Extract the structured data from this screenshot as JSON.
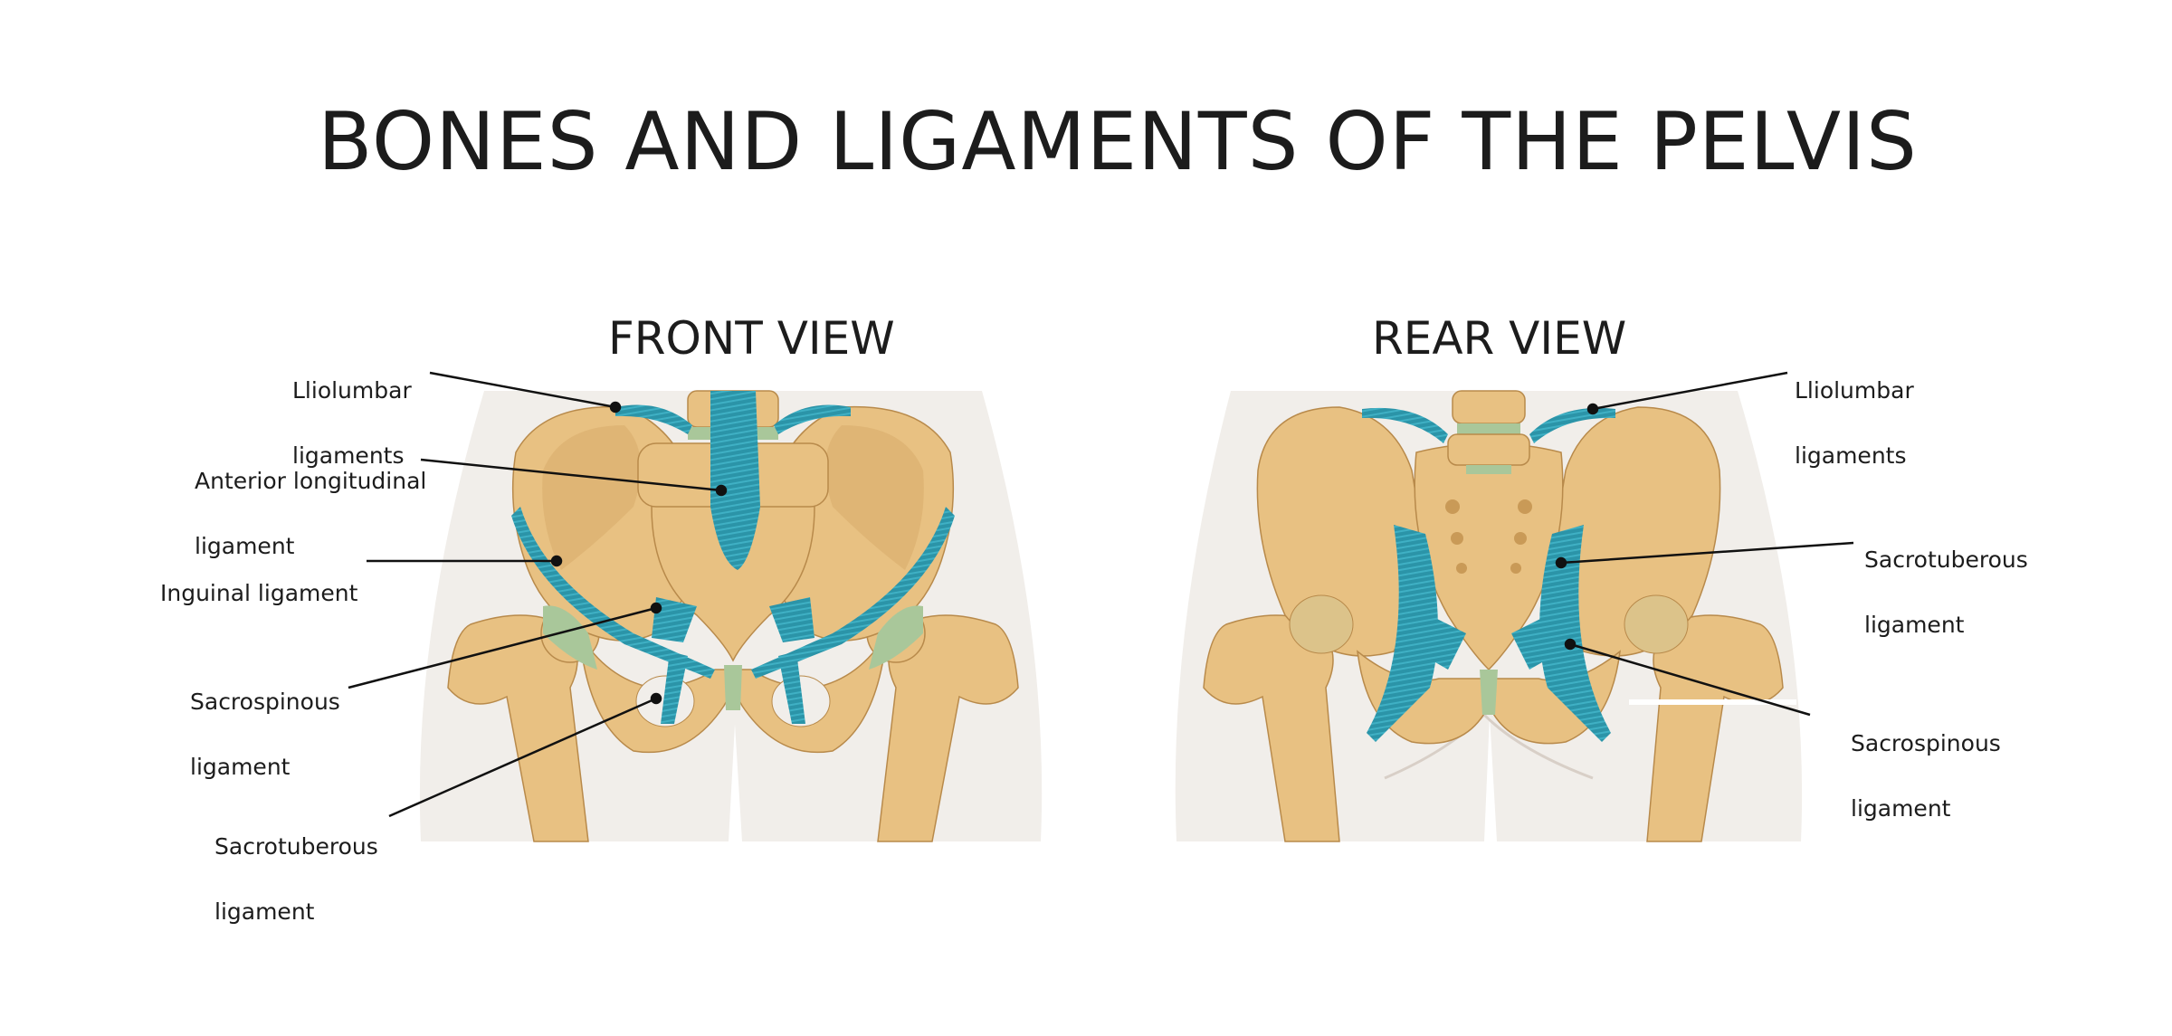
{
  "title": "BONES AND LIGAMENTS OF THE PELVIS",
  "front_view": {
    "heading": "FRONT VIEW",
    "labels": {
      "iliolumbar": [
        "Lliolumbar",
        "ligaments"
      ],
      "anterior_longitudinal": [
        "Anterior longitudinal",
        "ligament"
      ],
      "inguinal": [
        "Inguinal ligament"
      ],
      "sacrospinous": [
        "Sacrospinous",
        "ligament"
      ],
      "sacrotuberous": [
        "Sacrotuberous",
        "ligament"
      ]
    }
  },
  "rear_view": {
    "heading": "REAR VIEW",
    "labels": {
      "iliolumbar": [
        "Lliolumbar",
        "ligaments"
      ],
      "sacrotuberous": [
        "Sacrotuberous",
        "ligament"
      ],
      "sacrospinous": [
        "Sacrospinous",
        "ligament"
      ]
    }
  },
  "colors": {
    "bone": "#e8c182",
    "bone_shadow": "#d4a766",
    "bone_outline": "#b88a4b",
    "ligament": "#2b94a8",
    "cartilage": "#a9c79a",
    "skin": "#f1eeea",
    "leader": "#111111"
  }
}
